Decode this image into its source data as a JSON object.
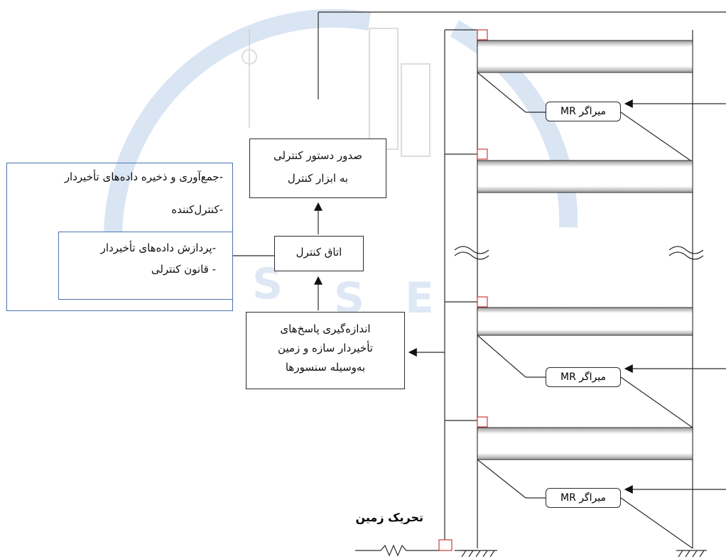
{
  "control_flow": {
    "command_line1": "صدور دستور کنترلی",
    "command_line2": "به ابزار کنترل",
    "control_room": "اتاق کنترل",
    "measure_line1": "اندازه‌گیری پاسخ‌های",
    "measure_line2": "تأخیردار سازه و زمین",
    "measure_line3": "به‌وسیله سنسورها"
  },
  "notes": {
    "outer_line1": "-جمع‌آوری و ذخیره داده‌های تأخیردار",
    "outer_line2": "-کنترل‌کننده",
    "inner_line1": "-پردازش داده‌های تأخیردار",
    "inner_line2": "- قانون کنترلی"
  },
  "dampers": [
    "میراگر MR",
    "میراگر MR",
    "میراگر MR"
  ],
  "ground_motion_label": "تحریک زمین",
  "colors": {
    "stroke": "#2b2b2b",
    "blue_box": "#4a72b0",
    "sensor": "#d23b3b",
    "watermark": "#b9cfe9"
  }
}
